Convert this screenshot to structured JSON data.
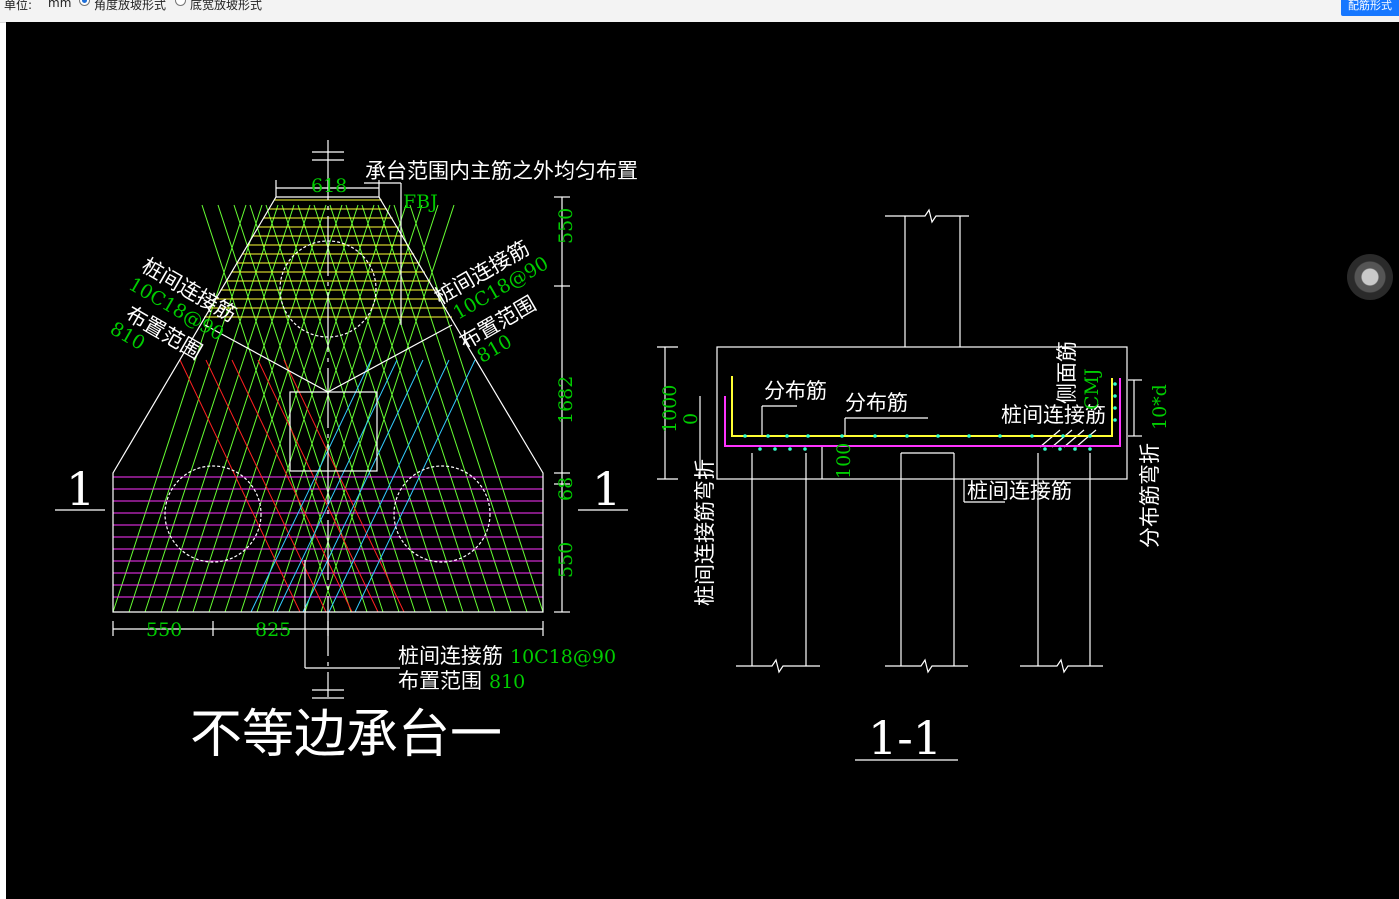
{
  "toolbar": {
    "unit_label": "单位:",
    "unit_value": "mm",
    "option_angle": "角度放坡形式",
    "option_bottom": "底宽放坡形式",
    "selected_option": "角度放坡形式",
    "action_button": "配筋形式"
  },
  "drawing": {
    "plan_title": "不等边承台一",
    "section_title": "1-1",
    "section_mark_left": "1",
    "section_mark_right": "1",
    "colors": {
      "background": "#000000",
      "outline": "#ffffff",
      "text": "#ffffff",
      "dim_text": "#00cc00",
      "rebar_green": "#66ff33",
      "rebar_yellow": "#ffff33",
      "rebar_magenta": "#ff33ff",
      "rebar_red": "#ff2020",
      "rebar_cyan": "#33ccff"
    },
    "plan": {
      "note_top": "承台范围内主筋之外均匀布置",
      "note_top_code": "FBJ",
      "left_label_1": "桩间连接筋",
      "left_label_2": "10C18@90",
      "left_label_3": "布置范围",
      "left_label_4": "810",
      "right_label_1": "桩间连接筋",
      "right_label_2": "10C18@90",
      "right_label_3": "布置范围",
      "right_label_4": "810",
      "bottom_label_1": "桩间连接筋",
      "bottom_label_2": "10C18@90",
      "bottom_label_3": "布置范围",
      "bottom_label_4": "810",
      "dim_top": "618",
      "dim_right_1": "550",
      "dim_right_2": "1682",
      "dim_right_3": "68",
      "dim_right_4": "550",
      "dim_bottom_1": "550",
      "dim_bottom_2": "825"
    },
    "section": {
      "label_dist_1": "分布筋",
      "label_dist_2": "分布筋",
      "label_side": "侧面筋",
      "label_side_code": "CMJ",
      "label_link_1": "桩间连接筋",
      "label_link_2": "桩间连接筋",
      "label_link_bend": "桩间连接筋弯折",
      "label_dist_bend": "分布筋弯折",
      "dim_height": "1000",
      "dim_zero": "0",
      "dim_embed": "100",
      "dim_bend": "10*d"
    }
  }
}
